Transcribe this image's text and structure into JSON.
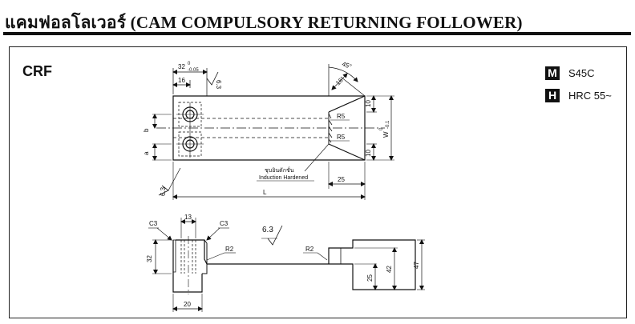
{
  "header": {
    "title": "แคมฟอลโลเวอร์ (CAM COMPULSORY RETURNING FOLLOWER)"
  },
  "model_code": "CRF",
  "material": {
    "m_letter": "M",
    "m_value": "S45C",
    "h_letter": "H",
    "h_value": "HRC 55~"
  },
  "top_view": {
    "dim_32": "32",
    "tol_upper": "0",
    "tol_lower": "-0.05",
    "dim_16": "16",
    "roughness_top": "6.3",
    "roughness_left": "6.3",
    "angle": "45°",
    "dim_16_chamfer": "16",
    "dim_10_top": "10",
    "dim_10_bottom": "10",
    "dim_w": "W",
    "w_tol_upper": "0",
    "w_tol_lower": "-0.1",
    "r5_top": "R5",
    "r5_bottom": "R5",
    "label_b": "b",
    "label_a": "a",
    "hardened_thai": "ชุบอินดักชั่น",
    "hardened_en": "Induction Hardened",
    "dim_25": "25",
    "dim_L": "L"
  },
  "front_view": {
    "c3_left": "C3",
    "c3_right": "C3",
    "dim_13": "13",
    "roughness": "6.3",
    "r2_left": "R2",
    "r2_right": "R2",
    "dim_32": "32",
    "dim_25": "25",
    "dim_42": "42",
    "dim_47": "47",
    "dim_20": "20"
  }
}
